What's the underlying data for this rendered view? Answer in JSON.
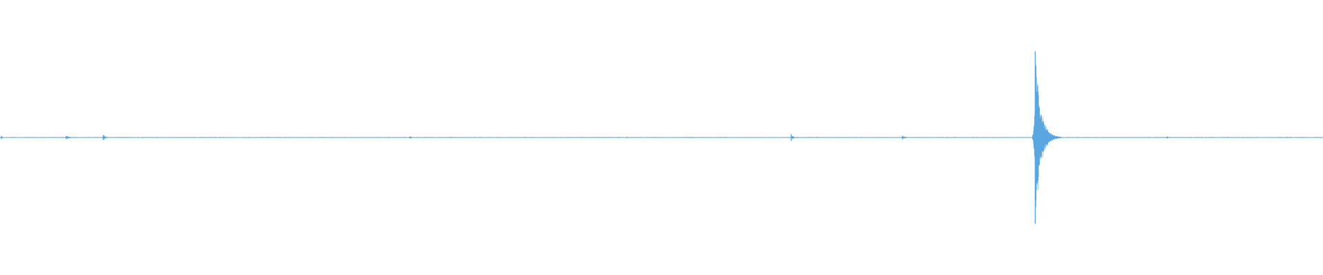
{
  "chart_data": {
    "type": "line",
    "title": "",
    "xlabel": "",
    "ylabel": "",
    "grid": false,
    "legend": "none",
    "xlim": [
      0,
      1
    ],
    "ylim": [
      -1,
      1
    ],
    "baseline": 0,
    "noise_amplitude": 0.006,
    "series": [
      {
        "color": "#5aa6e0",
        "events": [
          {
            "x": 0.001,
            "amplitude": 0.02,
            "decay": 0.001
          },
          {
            "x": 0.05,
            "amplitude": 0.02,
            "decay": 0.003
          },
          {
            "x": 0.078,
            "amplitude": 0.03,
            "decay": 0.002
          },
          {
            "x": 0.31,
            "amplitude": 0.015,
            "decay": 0.002
          },
          {
            "x": 0.598,
            "amplitude": 0.04,
            "decay": 0.0015
          },
          {
            "x": 0.682,
            "amplitude": 0.02,
            "decay": 0.003
          },
          {
            "x": 0.7825,
            "amplitude": 0.98,
            "decay": 0.004
          },
          {
            "x": 0.882,
            "amplitude": 0.012,
            "decay": 0.002
          }
        ]
      }
    ]
  }
}
